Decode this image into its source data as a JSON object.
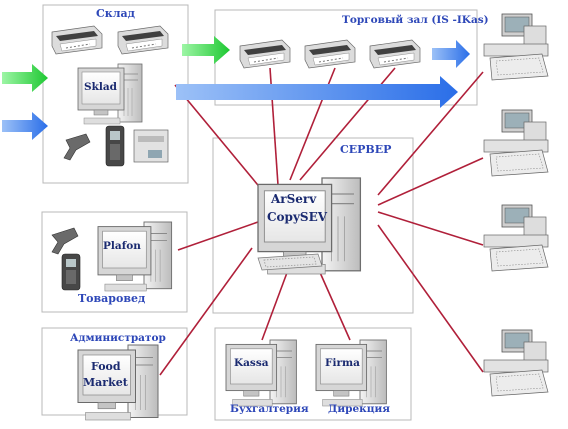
{
  "groups": {
    "sklad": "Склад",
    "trade_hall": "Торговый зал  (IS -IKas)",
    "server": "СЕРВЕР",
    "merchandiser": "Товаровед",
    "administrator": "Администратор",
    "accounting": "Бухгалтерия",
    "management": "Дирекция"
  },
  "computers": {
    "sklad": "Sklad",
    "server_line1": "ArServ",
    "server_line2": "CopySEV",
    "plafon": "Plafon",
    "food_line1": "Food",
    "food_line2": "Market",
    "kassa": "Kassa",
    "firma": "Firma"
  },
  "colors": {
    "group_title": "#2d47b8",
    "computer_label": "#1a2a70",
    "link_line": "#b0203a",
    "arrow_green": "#28d23c",
    "arrow_blue": "#2a6ee8",
    "frame": "#b8b8b8"
  }
}
